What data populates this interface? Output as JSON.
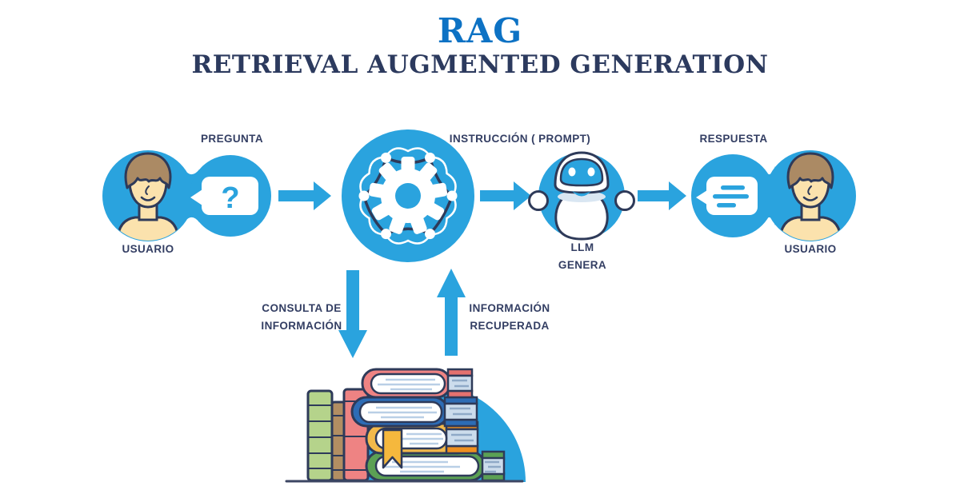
{
  "title": "RAG",
  "subtitle": "RETRIEVAL AUGMENTED GENERATION",
  "colors": {
    "accent_blue": "#2aa3de",
    "title_blue": "#0d72c4",
    "outline_navy": "#2e3a59",
    "label_text": "#333e63",
    "skin": "#fbe2ad",
    "hair": "#ab8a64",
    "page_edge": "#ccdcec",
    "page_line_light": "#b9cfe6",
    "page_line_dark": "#8fa9c7",
    "book_green_light": "#b5d38b",
    "book_green_dark": "#5ba054",
    "book_brown": "#b28e62",
    "book_red": "#ee8383",
    "book_blue": "#2d6cb5",
    "book_yellow": "#f2b94b",
    "book_orange": "#ef8f1f",
    "bookmark_yellow": "#f5b83d"
  },
  "flow": {
    "step1": {
      "top_label": "PREGUNTA",
      "bottom_label": "USUARIO",
      "bubble_glyph": "?",
      "icons": [
        "user-avatar-icon",
        "question-bubble-icon"
      ]
    },
    "step2": {
      "top_label": "INSTRUCCIÓN ( PROMPT)",
      "icons": [
        "gear-icon",
        "network-ring-icon"
      ]
    },
    "step3": {
      "bottom_label": "LLM\nGENERA",
      "icons": [
        "robot-icon"
      ]
    },
    "step4": {
      "top_label": "RESPUESTA",
      "bottom_label": "USUARIO",
      "icons": [
        "answer-bubble-icon",
        "user-avatar-icon"
      ]
    }
  },
  "knowledge_exchange": {
    "down_label": "CONSULTA DE\nINFORMACIÓN",
    "up_label": "INFORMACIÓN\nRECUPERADA",
    "icons": [
      "down-arrow-icon",
      "up-arrow-icon",
      "books-stack-icon"
    ]
  }
}
